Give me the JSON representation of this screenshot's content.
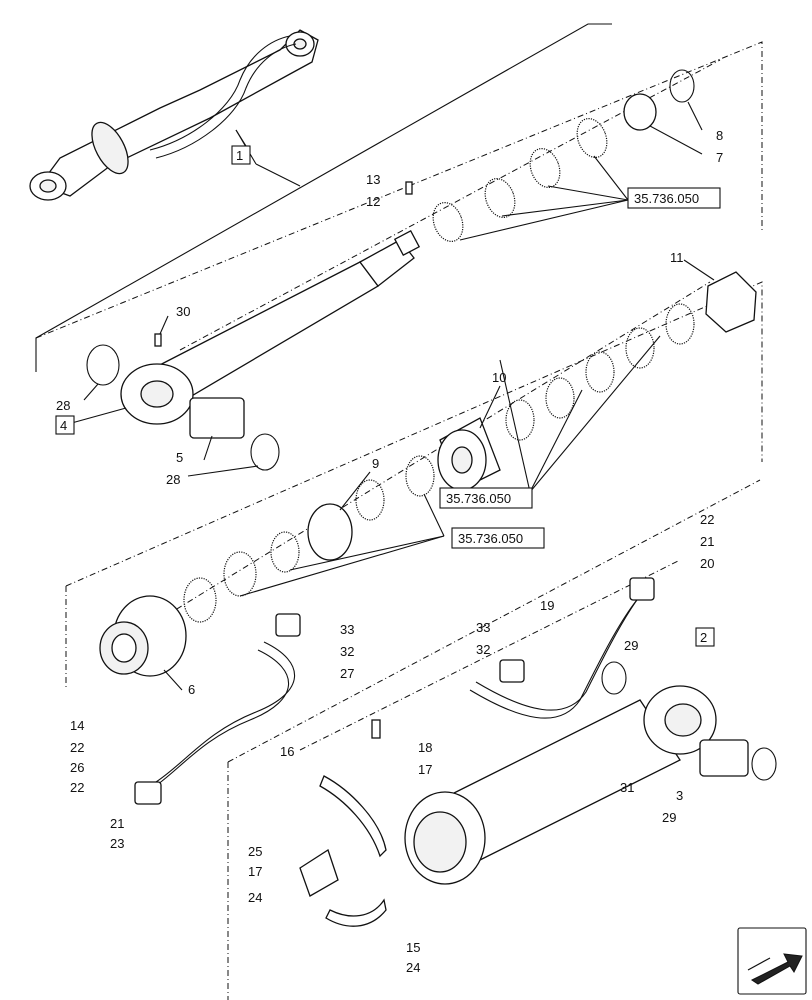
{
  "callouts": [
    {
      "id": "c1",
      "text": "1",
      "boxed": true
    },
    {
      "id": "c2",
      "text": "2",
      "boxed": true
    },
    {
      "id": "c3",
      "text": "3"
    },
    {
      "id": "c4",
      "text": "4",
      "boxed": true
    },
    {
      "id": "c5",
      "text": "5"
    },
    {
      "id": "c6",
      "text": "6"
    },
    {
      "id": "c7",
      "text": "7"
    },
    {
      "id": "c8",
      "text": "8"
    },
    {
      "id": "c9",
      "text": "9"
    },
    {
      "id": "c10",
      "text": "10"
    },
    {
      "id": "c11",
      "text": "11"
    },
    {
      "id": "c12",
      "text": "12"
    },
    {
      "id": "c13",
      "text": "13"
    },
    {
      "id": "c14",
      "text": "14"
    },
    {
      "id": "c15",
      "text": "15"
    },
    {
      "id": "c16",
      "text": "16"
    },
    {
      "id": "c17a",
      "text": "17"
    },
    {
      "id": "c17b",
      "text": "17"
    },
    {
      "id": "c18",
      "text": "18"
    },
    {
      "id": "c19",
      "text": "19"
    },
    {
      "id": "c20",
      "text": "20"
    },
    {
      "id": "c21a",
      "text": "21"
    },
    {
      "id": "c21b",
      "text": "21"
    },
    {
      "id": "c22a",
      "text": "22"
    },
    {
      "id": "c22b",
      "text": "22"
    },
    {
      "id": "c22c",
      "text": "22"
    },
    {
      "id": "c23",
      "text": "23"
    },
    {
      "id": "c24a",
      "text": "24"
    },
    {
      "id": "c24b",
      "text": "24"
    },
    {
      "id": "c25",
      "text": "25"
    },
    {
      "id": "c26",
      "text": "26"
    },
    {
      "id": "c27",
      "text": "27"
    },
    {
      "id": "c28a",
      "text": "28"
    },
    {
      "id": "c28b",
      "text": "28"
    },
    {
      "id": "c29a",
      "text": "29"
    },
    {
      "id": "c29b",
      "text": "29"
    },
    {
      "id": "c30",
      "text": "30"
    },
    {
      "id": "c31",
      "text": "31"
    },
    {
      "id": "c32a",
      "text": "32"
    },
    {
      "id": "c32b",
      "text": "32"
    },
    {
      "id": "c33a",
      "text": "33"
    },
    {
      "id": "c33b",
      "text": "33"
    }
  ],
  "references": [
    {
      "id": "r1",
      "text": "35.736.050"
    },
    {
      "id": "r2",
      "text": "35.736.050"
    },
    {
      "id": "r3",
      "text": "35.736.050"
    }
  ],
  "nav_icon": "next-page-arrow-icon"
}
